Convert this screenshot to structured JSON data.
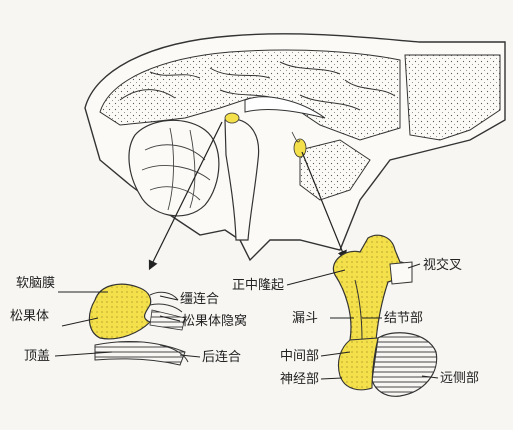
{
  "labels": {
    "pia_mater": "软脑膜",
    "pineal_body": "松果体",
    "tectum": "顶盖",
    "habenular_commissure": "缰连合",
    "pineal_recess": "松果体隐窝",
    "posterior_commissure": "后连合",
    "median_eminence": "正中隆起",
    "infundibulum": "漏斗",
    "optic_chiasm": "视交叉",
    "pars_tuberalis": "结节部",
    "pars_intermedia": "中间部",
    "pars_nervosa": "神经部",
    "pars_distalis": "远侧部"
  },
  "colors": {
    "background": "#f7f6f2",
    "highlight": "#f4e04a",
    "line": "#333333"
  }
}
